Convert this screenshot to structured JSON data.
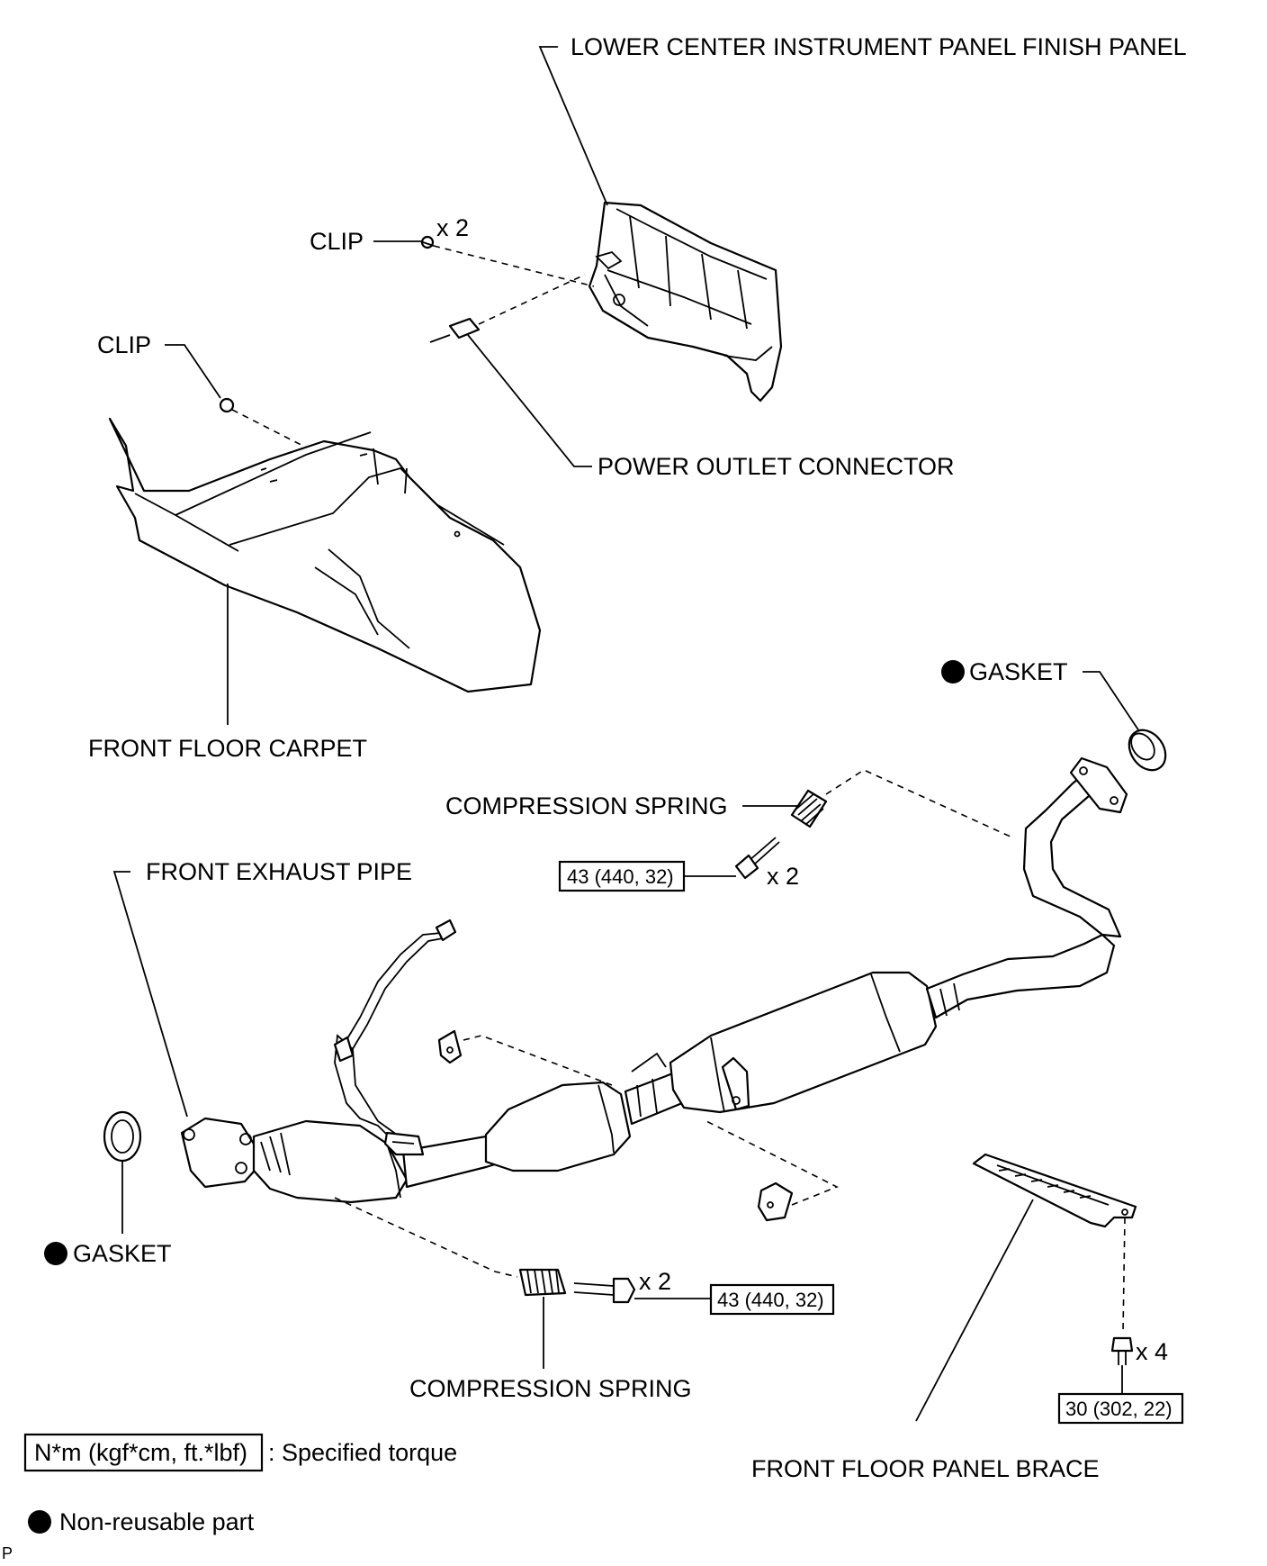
{
  "labels": {
    "lower_center_panel": "LOWER CENTER INSTRUMENT PANEL FINISH PANEL",
    "clip_upper": "CLIP",
    "clip_upper_qty": "x 2",
    "clip_left": "CLIP",
    "power_outlet": "POWER OUTLET CONNECTOR",
    "front_floor_carpet": "FRONT FLOOR CARPET",
    "gasket_upper": "GASKET",
    "compression_spring_upper": "COMPRESSION SPRING",
    "torque_upper": "43 (440, 32)",
    "bolt_upper_qty": "x 2",
    "front_exhaust_pipe": "FRONT EXHAUST PIPE",
    "gasket_lower": "GASKET",
    "bolt_lower_qty": "x 2",
    "torque_lower": "43 (440, 32)",
    "compression_spring_lower": "COMPRESSION SPRING",
    "bolt_brace_qty": "x 4",
    "torque_brace": "30 (302, 22)",
    "front_floor_panel_brace": "FRONT FLOOR PANEL BRACE"
  },
  "legend": {
    "torque_unit": "N*m (kgf*cm, ft.*lbf)",
    "torque_text": ": Specified torque",
    "nonreusable_text": "Non-reusable part"
  },
  "corner_mark": "P"
}
